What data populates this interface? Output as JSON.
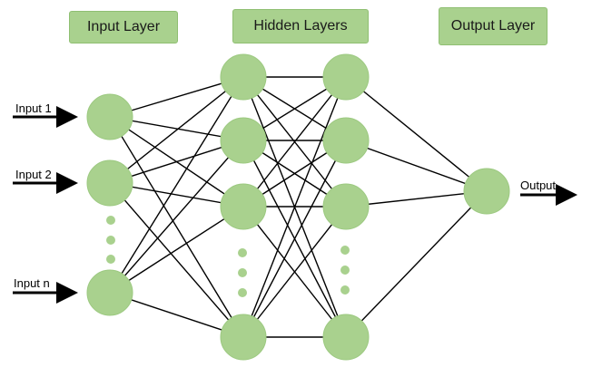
{
  "labels": {
    "input_layer": "Input Layer",
    "hidden_layers": "Hidden Layers",
    "output_layer": "Output Layer"
  },
  "inputs": [
    "Input 1",
    "Input 2",
    "Input n"
  ],
  "output": "Output",
  "colors": {
    "node_fill": "#a9d18e",
    "node_stroke": "#9cc980",
    "label_fill": "#a9d18e",
    "line": "#000000"
  }
}
